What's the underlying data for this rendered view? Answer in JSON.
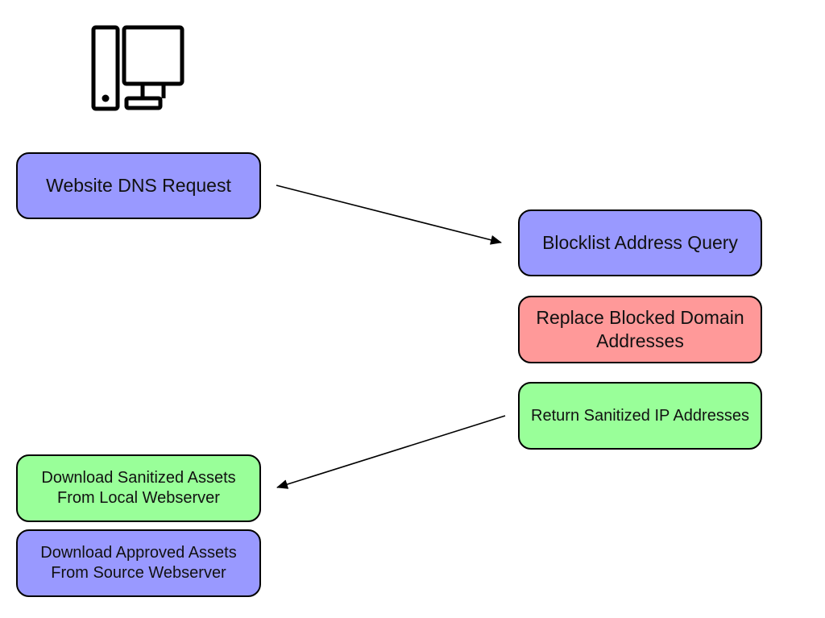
{
  "colors": {
    "request": "#9999ff",
    "blocked": "#ff9999",
    "sanitized": "#99ff99",
    "border": "#000000"
  },
  "icons": {
    "client": "desktop-computer-icon"
  },
  "nodes": {
    "website_dns_request": "Website DNS Request",
    "blocklist_address_query": "Blocklist Address Query",
    "replace_blocked": "Replace Blocked Domain Addresses",
    "return_sanitized": "Return Sanitized IP Addresses",
    "download_sanitized": "Download Sanitized Assets From Local Webserver",
    "download_approved": "Download Approved Assets From Source Webserver"
  }
}
